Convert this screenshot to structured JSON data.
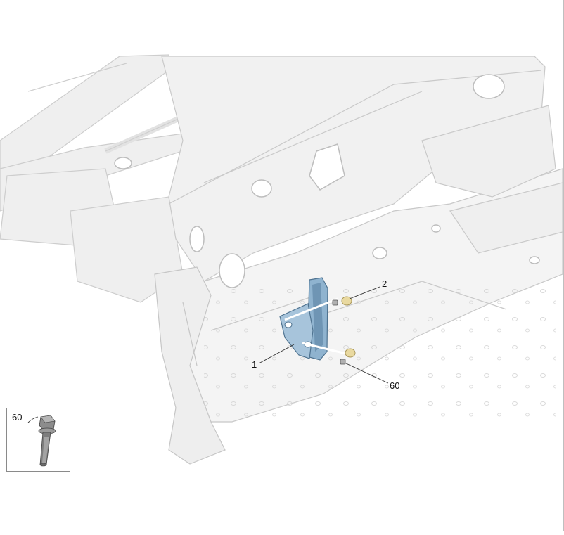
{
  "callouts": {
    "part_1": "1",
    "part_2": "2",
    "part_60": "60"
  },
  "inset": {
    "label": "60"
  },
  "colors": {
    "body_fill": "#eeeeee",
    "body_stroke": "#c8c8c8",
    "pedal_fill": "#8fb3cf",
    "pedal_dark": "#5b7f9e",
    "washer_fill": "#e9d9a0",
    "leader": "#333333"
  }
}
